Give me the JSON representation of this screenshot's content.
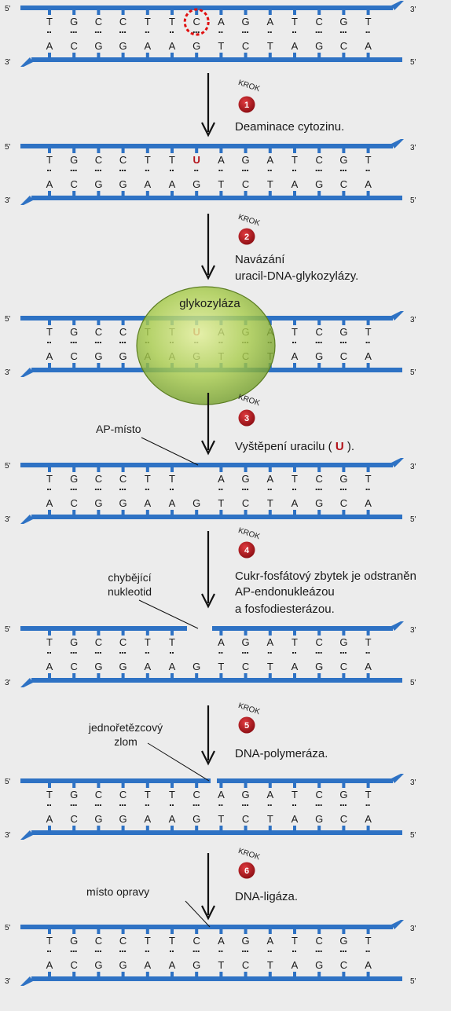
{
  "strands": {
    "top": [
      "T",
      "G",
      "C",
      "C",
      "T",
      "T",
      "C",
      "A",
      "G",
      "A",
      "T",
      "C",
      "G",
      "T"
    ],
    "bottom": [
      "A",
      "C",
      "G",
      "G",
      "A",
      "A",
      "G",
      "T",
      "C",
      "T",
      "A",
      "G",
      "C",
      "A"
    ],
    "end_labels": {
      "five": "5'",
      "three": "3'"
    }
  },
  "colors": {
    "backbone": "#2e72c4",
    "accent_red": "#b3121a",
    "text": "#1a1a1a",
    "background": "#ececec",
    "enzyme": "#a8cc4c"
  },
  "krok_label": "KROK",
  "steps": [
    {
      "number": "1",
      "lines": [
        "Deaminace cytozinu."
      ]
    },
    {
      "number": "2",
      "lines": [
        "Navázání",
        "uracil-DNA-glykozylázy."
      ]
    },
    {
      "number": "3",
      "lines": [
        "Vyštěpení uracilu (",
        "U",
        ")."
      ]
    },
    {
      "number": "4",
      "lines": [
        "Cukr-fosfátový zbytek je odstraněn",
        "AP-endonukleázou",
        "a fosfodiesterázou."
      ]
    },
    {
      "number": "5",
      "lines": [
        "DNA-polymeráza."
      ]
    },
    {
      "number": "6",
      "lines": [
        "DNA-ligáza."
      ]
    }
  ],
  "uracil": "U",
  "enzyme_label": "glykozyláza",
  "callouts": {
    "ap_site": "AP-místo",
    "missing": [
      "chybějící",
      "nukleotid"
    ],
    "nick": [
      "jednořetězcový",
      "zlom"
    ],
    "repair": "místo opravy"
  }
}
